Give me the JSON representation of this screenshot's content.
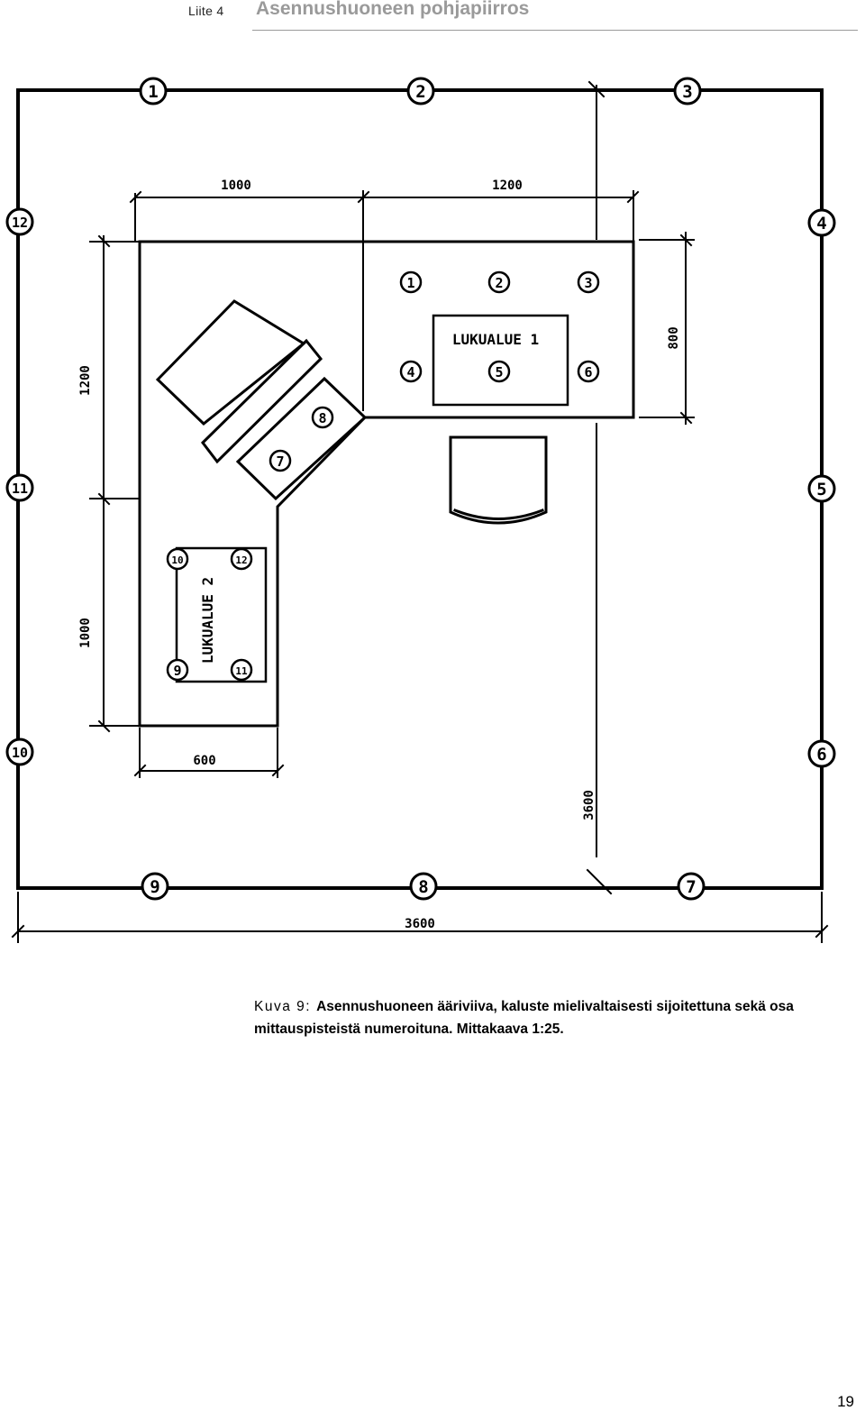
{
  "header": {
    "label": "Liite 4",
    "title": "Asennushuoneen pohjapiirros"
  },
  "plan": {
    "perimeter_points": [
      "1",
      "2",
      "3",
      "4",
      "5",
      "6",
      "7",
      "8",
      "9",
      "10",
      "11",
      "12"
    ],
    "desk_points": [
      "1",
      "2",
      "3",
      "4",
      "5",
      "6",
      "7",
      "8",
      "9",
      "10",
      "11",
      "12"
    ],
    "areas": {
      "area1": "LUKUALUE 1",
      "area2": "LUKUALUE 2"
    },
    "dimensions": {
      "top_left": "1000",
      "top_right": "1200",
      "right_depth": "800",
      "left_upper": "1200",
      "left_lower": "1000",
      "bottom_desk": "600",
      "room_height": "3600",
      "room_width": "3600"
    }
  },
  "caption": {
    "label": "Kuva 9:",
    "text": "Asennushuoneen ääriviiva, kaluste mielivaltaisesti sijoitettuna sekä osa mittauspisteistä numeroituna. Mittakaava 1:25."
  },
  "page_number": "19"
}
